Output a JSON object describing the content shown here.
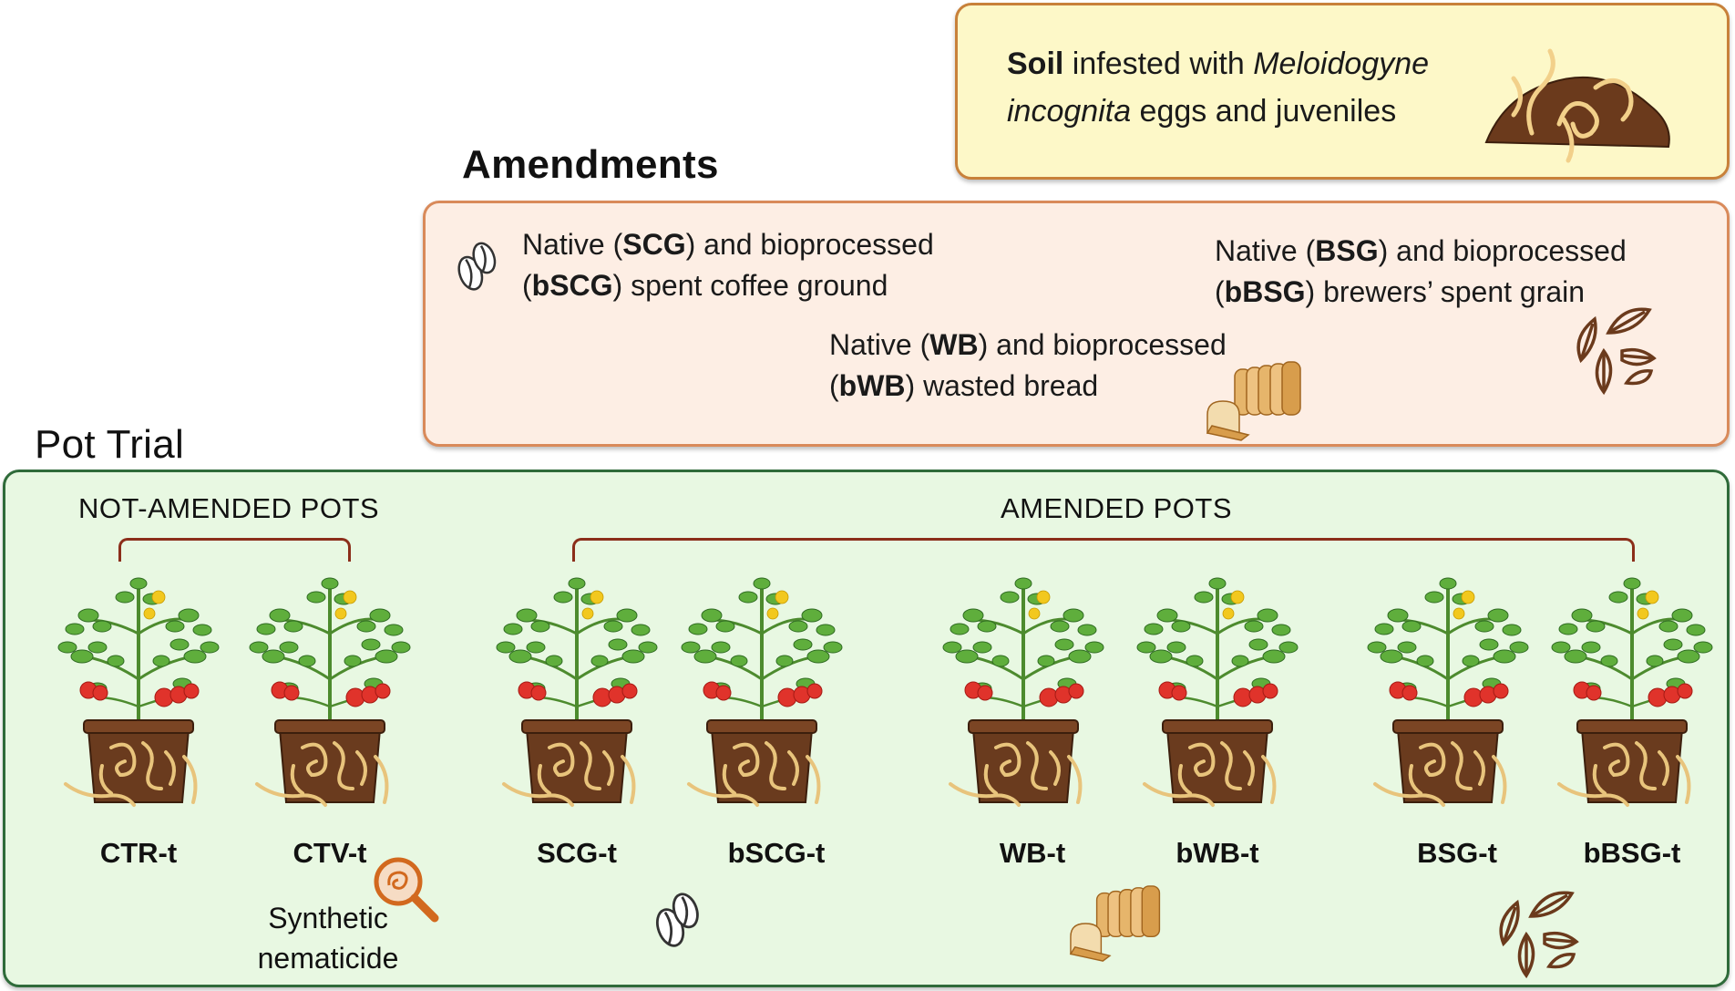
{
  "soil": {
    "line1_bold": "Soil",
    "line1_rest": " infested with ",
    "line1_italic": "Meloidogyne",
    "line2_italic": "incognita",
    "line2_rest": " eggs and juveniles"
  },
  "amendments": {
    "heading": "Amendments",
    "scg": {
      "a": "Native (",
      "b": "SCG",
      "c": ") and bioprocessed",
      "d": "(",
      "e": "bSCG",
      "f": ") spent coffee ground"
    },
    "bsg": {
      "a": "Native (",
      "b": "BSG",
      "c": ") and bioprocessed",
      "d": "(",
      "e": "bBSG",
      "f": ") brewers’ spent grain"
    },
    "wb": {
      "a": "Native (",
      "b": "WB",
      "c": ") and bioprocessed",
      "d": "(",
      "e": "bWB",
      "f": ") wasted bread"
    }
  },
  "pot_trial": {
    "heading": "Pot Trial",
    "not_amended_label": "NOT-AMENDED POTS",
    "amended_label": "AMENDED POTS",
    "pots": [
      "CTR-t",
      "CTV-t",
      "SCG-t",
      "bSCG-t",
      "WB-t",
      "bWB-t",
      "BSG-t",
      "bBSG-t"
    ],
    "synthetic_line1": "Synthetic",
    "synthetic_line2": "nematicide"
  },
  "icons": {
    "coffee": "coffee-bean-icon",
    "bread": "bread-icon",
    "grain": "grain-icon",
    "worms": "nematode-soil-icon",
    "magnifier": "magnifier-nematode-icon",
    "plant": "tomato-plant-pot-icon"
  }
}
